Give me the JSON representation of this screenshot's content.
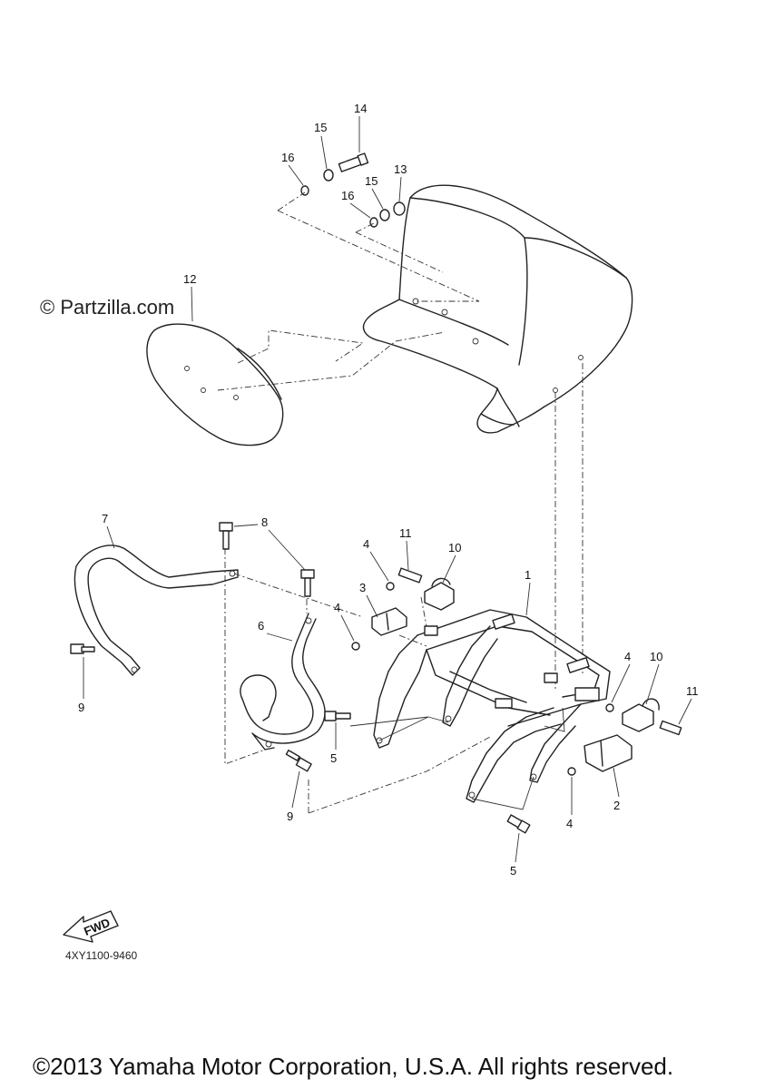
{
  "watermark": "© Partzilla.com",
  "diagram_code": "4XY1100-9460",
  "copyright": "©2013 Yamaha Motor Corporation, U.S.A. All rights reserved.",
  "fwd_label": "FWD",
  "callouts": {
    "c14": "14",
    "c15a": "15",
    "c16a": "16",
    "c13": "13",
    "c15b": "15",
    "c16b": "16",
    "c12": "12",
    "c7": "7",
    "c8": "8",
    "c9a": "9",
    "c4a": "4",
    "c11a": "11",
    "c10a": "10",
    "c3": "3",
    "c4b": "4",
    "c1": "1",
    "c6": "6",
    "c5a": "5",
    "c9b": "9",
    "c4c": "4",
    "c10b": "10",
    "c11b": "11",
    "c2": "2",
    "c4d": "4",
    "c5b": "5"
  }
}
